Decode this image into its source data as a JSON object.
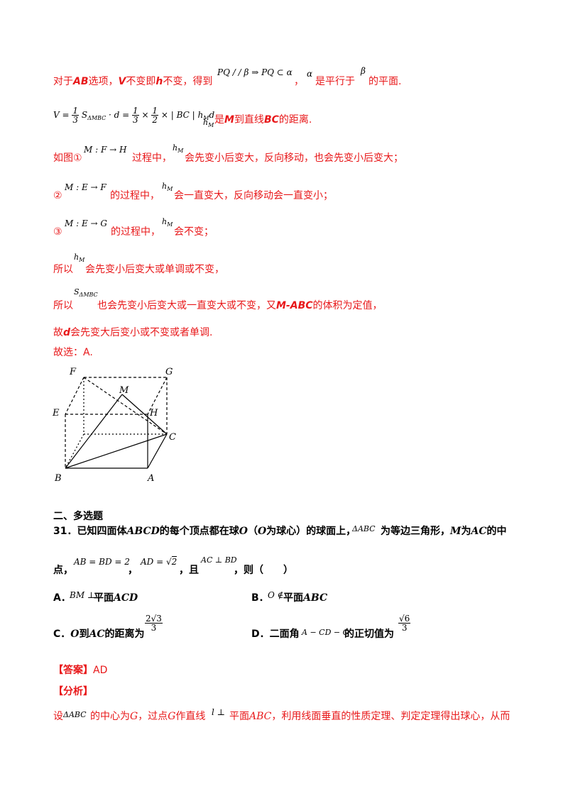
{
  "solution_part": {
    "line1": {
      "prefix": "对于",
      "ab": "AB",
      "mid1": "选项，",
      "v": "V",
      "mid2": "不变即",
      "h": "h",
      "mid3": "不变，得到",
      "formula": "PQ / / β ⇒ PQ ⊂ α",
      "comma": "，",
      "alpha": "α",
      "text2": "是平行于",
      "beta": "β",
      "suffix": "的平面."
    },
    "line2": {
      "formula_v": "V =",
      "frac1_num": "1",
      "frac1_den": "3",
      "s": "S",
      "s_sub": "ΔMBC",
      "dot_d": "· d =",
      "frac2_num": "1",
      "frac2_den": "3",
      "times1": "×",
      "frac3_num": "1",
      "frac3_den": "2",
      "rest": "× | BC | h",
      "rest_sub": "M",
      "rest_d": "d",
      "hm": "h",
      "hm_sub": "M",
      "text_a": "是",
      "m": "M",
      "text_b": "到直线",
      "bc": "BC",
      "text_c": "的距离."
    },
    "line3": {
      "prefix": "如图①",
      "formula": "M : F → H",
      "text1": "过程中，",
      "hm": "h",
      "hm_sub": "M",
      "text2": "会先变小后变大，反向移动，也会先变小后变大；"
    },
    "line4": {
      "prefix": "②",
      "formula": "M : E → F",
      "text1": "的过程中，",
      "hm": "h",
      "hm_sub": "M",
      "text2": "会一直变大，反向移动会一直变小；"
    },
    "line5": {
      "prefix": "③",
      "formula": "M : E → G",
      "text1": "的过程中，",
      "hm": "h",
      "hm_sub": "M",
      "text2": "会不变；"
    },
    "line6": {
      "prefix": "所以",
      "hm": "h",
      "hm_sub": "M",
      "text": "会先变小后变大或单调或不变，"
    },
    "line7": {
      "prefix": "所以",
      "s": "S",
      "s_sub": "ΔMBC",
      "text1": "也会先变小后变大或一直变大或不变，又",
      "mabc": "M-ABC",
      "text2": "的体积为定值，"
    },
    "line8": {
      "prefix": "故",
      "d": "d",
      "text": "会先变大后变小或不变或者单调."
    },
    "answer_line": "故选：A.",
    "figure_labels": {
      "F": "F",
      "G": "G",
      "M": "M",
      "E": "E",
      "H": "H",
      "C": "C",
      "B": "B",
      "A": "A"
    }
  },
  "section_title": "二、多选题",
  "question": {
    "number": "31．",
    "line1a": "已知四面体",
    "abcd": "ABCD",
    "line1b": "的每个顶点都在球",
    "o": "O",
    "line1c": "（",
    "o2": "O",
    "line1d": "为球心）的球面上，",
    "tri": "ΔABC",
    "line1e": "为等边三角形，",
    "m": "M",
    "line1f": "为",
    "ac": "AC",
    "line1g": "的中",
    "line2a": "点，",
    "cond1": "AB = BD = 2",
    "sep1": "，",
    "cond2a": "AD =",
    "cond2b": "2",
    "sep2": "，且",
    "cond3": "AC ⊥ BD",
    "line2b": "，则（　　）",
    "options": {
      "A_label": "A．",
      "A_math": "BM ⊥",
      "A_text": "平面",
      "A_plane": "ACD",
      "B_label": "B．",
      "B_math": "O ∉",
      "B_text": "平面",
      "B_plane": "ABC",
      "C_label": "C．",
      "C_o": "O",
      "C_text1": "到",
      "C_ac": "AC",
      "C_text2": "的距离为",
      "C_num": "2√3",
      "C_den": "3",
      "D_label": "D．",
      "D_text1": "二面角",
      "D_math": "A − CD − O",
      "D_text2": "的正切值为",
      "D_num": "√6",
      "D_den": "3"
    }
  },
  "answer": {
    "label": "【答案】",
    "value": "AD"
  },
  "analysis": {
    "label": "【分析】",
    "t1": "设",
    "tri": "ΔABC",
    "t2": "的中心为",
    "g": "G",
    "t3": "，过点",
    "g2": "G",
    "t4": "作直线",
    "l": "l ⊥",
    "t5": "平面",
    "abc": "ABC",
    "t6": "，利用线面垂直的性质定理、判定定理得出球心，从而"
  }
}
